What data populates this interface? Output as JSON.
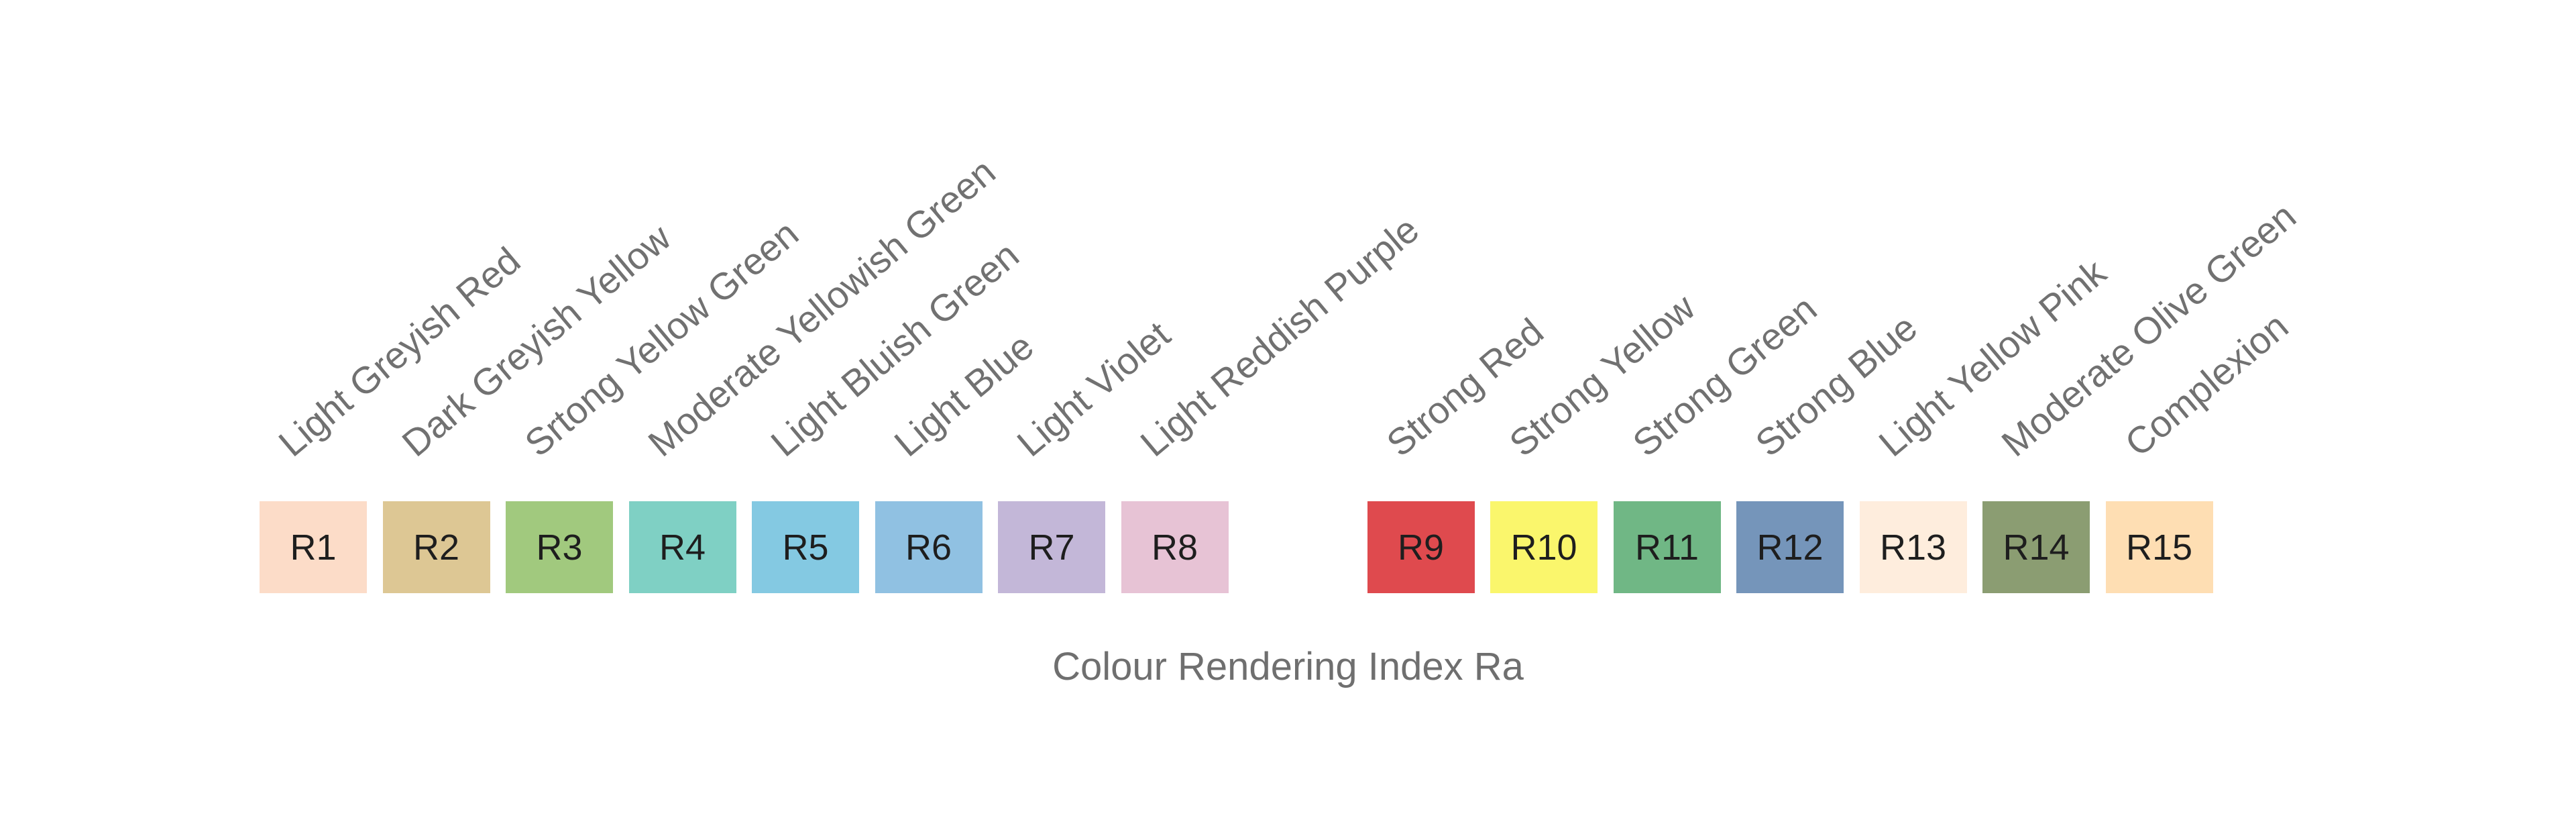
{
  "caption": "Colour Rendering Index Ra",
  "groups": [
    {
      "name": "",
      "items": [
        {
          "code": "R1",
          "name": "Light Greyish Red",
          "color": "#FCDCC8"
        },
        {
          "code": "R2",
          "name": "Dark Greyish Yellow",
          "color": "#DDC794"
        },
        {
          "code": "R3",
          "name": "Srtong Yellow Green",
          "color": "#A1C97E"
        },
        {
          "code": "R4",
          "name": "Moderate Yellowish Green",
          "color": "#7FD0C4"
        },
        {
          "code": "R5",
          "name": "Light Bluish Green",
          "color": "#84C9E2"
        },
        {
          "code": "R6",
          "name": "Light Blue",
          "color": "#90C1E2"
        },
        {
          "code": "R7",
          "name": "Light Violet",
          "color": "#C3B7D8"
        },
        {
          "code": "R8",
          "name": "Light Reddish Purple",
          "color": "#E7C3D5"
        }
      ]
    },
    {
      "name": "",
      "items": [
        {
          "code": "R9",
          "name": "Strong Red",
          "color": "#DF4A4E"
        },
        {
          "code": "R10",
          "name": "Strong Yellow",
          "color": "#FAF66C"
        },
        {
          "code": "R11",
          "name": "Strong Green",
          "color": "#70B785"
        },
        {
          "code": "R12",
          "name": "Strong Blue",
          "color": "#7595BA"
        },
        {
          "code": "R13",
          "name": "Light Yellow Pink",
          "color": "#FEEDDD"
        },
        {
          "code": "R14",
          "name": "Moderate Olive Green",
          "color": "#8B9D72"
        },
        {
          "code": "R15",
          "name": "Complexion",
          "color": "#FEDEB3"
        }
      ]
    }
  ]
}
